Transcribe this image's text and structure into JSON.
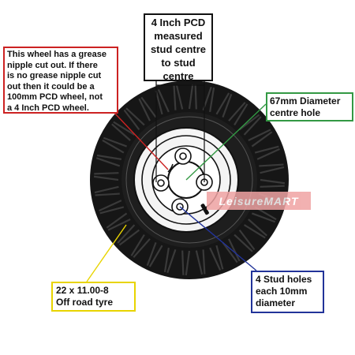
{
  "callouts": {
    "pcd": {
      "lines": [
        "4 Inch PCD",
        "measured",
        "stud centre",
        "to stud",
        "centre"
      ],
      "color": "#111111"
    },
    "grease": {
      "lines": [
        "This wheel has a grease",
        "nipple cut out. If there",
        "is no grease nipple cut",
        "out then it could be a",
        "100mm PCD wheel, not",
        "a 4 Inch PCD wheel."
      ],
      "color": "#cc2222"
    },
    "centre_hole": {
      "lines": [
        "67mm Diameter",
        "centre hole"
      ],
      "color": "#339944"
    },
    "tyre": {
      "lines": [
        "22 x 11.00-8",
        "Off road tyre"
      ],
      "color": "#e8d400"
    },
    "stud_holes": {
      "lines": [
        "4 Stud holes",
        "each 10mm",
        "diameter"
      ],
      "color": "#223399"
    }
  },
  "watermark": {
    "part1": "Leisure",
    "part2": "MART",
    "color": "#f0a3a3"
  },
  "colors": {
    "tyre": "#161616",
    "tread": "#3a3a3a",
    "rim": "#f4f4f4",
    "outline": "#111111"
  }
}
